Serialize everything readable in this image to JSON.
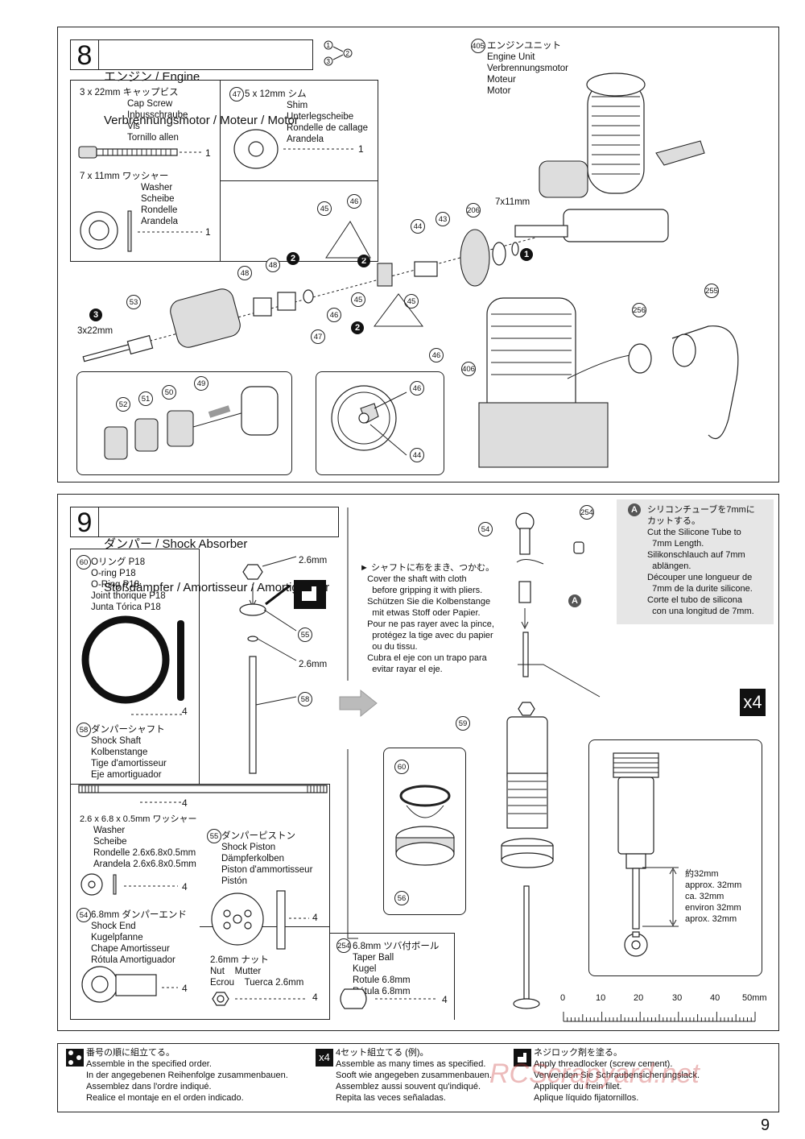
{
  "page_number": "9",
  "watermark": "RCScrapyard.net",
  "step8": {
    "number": "8",
    "title_line1": "エンジン / Engine",
    "title_line2": "Verbrennungsmotor / Moteur / Motor",
    "parts": {
      "cap_screw": {
        "size": "3 x 22mm キャップビス",
        "names": "Cap Screw\nInbusschraube\nVis\nTornillo allen",
        "qty": "1"
      },
      "shim": {
        "id": "47",
        "size": "5 x 12mm シム",
        "names": "Shim\nUnterlegscheibe\nRondelle de callage\nArandela",
        "qty": "1"
      },
      "washer": {
        "size": "7 x 11mm ワッシャー",
        "names": "Washer\nScheibe\nRondelle\nArandela",
        "qty": "1"
      }
    },
    "engine_unit": {
      "id": "405",
      "names": "エンジンユニット\nEngine Unit\nVerbrennungsmotor\nMoteur\nMotor"
    },
    "labels": {
      "washer_7x11": "7x11mm",
      "screw_3x22": "3x22mm",
      "c45a": "45",
      "c46a": "46",
      "c44a": "44",
      "c43": "43",
      "c206": "206",
      "c48a": "48",
      "c48b": "48",
      "c46b": "46",
      "c47": "47",
      "c45b": "45",
      "c45c": "45",
      "c53": "53",
      "c46c": "46",
      "c256": "256",
      "c255": "255",
      "c406": "406",
      "c49": "49",
      "c52": "52",
      "c51": "51",
      "c50": "50",
      "c46d": "46",
      "c44b": "44",
      "b1": "1",
      "b2a": "2",
      "b2b": "2",
      "b2c": "2",
      "b3": "3"
    }
  },
  "step9": {
    "number": "9",
    "title_line1": "ダンパー / Shock Absorber",
    "title_line2": "Stoßdämpfer / Amortisseur / Amortiguador",
    "parts": {
      "oring": {
        "id": "60",
        "names": "Oリング P18\nO-ring P18\nO-Ring P18\nJoint thorique P18\nJunta Tórica P18",
        "qty": "4"
      },
      "shaft": {
        "id": "58",
        "names": "ダンパーシャフト\nShock Shaft\nKolbenstange\nTige d'amortisseur\nEje amortiguador",
        "qty": "4"
      },
      "washer": {
        "size": "2.6 x 6.8 x 0.5mm ワッシャー",
        "names": "Washer\nScheibe\nRondelle 2.6x6.8x0.5mm\nArandela 2.6x6.8x0.5mm",
        "qty": "4"
      },
      "piston": {
        "id": "55",
        "names": "ダンパーピストン\nShock Piston\nDämpferkolben\nPiston d'ammortisseur\nPistón",
        "qty": "4"
      },
      "shock_end": {
        "id": "54",
        "names": "6.8mm ダンパーエンド\nShock End\nKugelpfanne\nChape Amortisseur\nRótula Amortiguador",
        "qty": "4"
      },
      "nut": {
        "names": "2.6mm ナット\nNut    Mutter\nEcrou    Tuerca 2.6mm",
        "qty": "4"
      },
      "taper_ball": {
        "id": "254",
        "names": "6.8mm ツバ付ボール\nTaper Ball\nKugel\nRotule 6.8mm\nRótula 6.8mm",
        "qty": "4"
      }
    },
    "assembly": {
      "nut_size": "2.6mm",
      "washer_size": "2.6mm",
      "c55": "55",
      "c58": "58",
      "c54": "54",
      "c254": "254",
      "c59": "59",
      "c60": "60",
      "c56": "56",
      "a_badge": "A"
    },
    "shaft_note": "► シャフトに布をまき、つかむ。\n   Cover the shaft with cloth\n     before gripping it with pliers.\n   Schützen Sie die Kolbenstange\n     mit etwas Stoff oder Papier.\n   Pour ne pas rayer avec la pince,\n     protégez la tige avec du papier\n     ou du tissu.\n   Cubra el eje con un trapo para\n     evitar rayar el eje.",
    "silicone_note": {
      "badge": "A",
      "text": "シリコンチューブを7mmに\nカットする。\nCut the Silicone Tube to\n  7mm Length.\nSilikonschlauch auf 7mm\n  ablängen.\nDécouper une longueur de\n  7mm de la durite silicone.\nCorte el tubo de silicona\n  con una longitud de 7mm."
    },
    "x4": "x4",
    "length_note": "約32mm\napprox. 32mm\nca. 32mm\nenviron 32mm\naprox. 32mm",
    "ruler": [
      "0",
      "10",
      "20",
      "30",
      "40",
      "50mm"
    ]
  },
  "legend": {
    "order": {
      "icon": "①②③",
      "text": "番号の順に組立てる。\nAssemble in the specified order.\nIn der angegebenen Reihenfolge zusammenbauen.\nAssemblez dans l'ordre indiqué.\nRealice el montaje en el orden indicado."
    },
    "x4": {
      "icon": "x4",
      "text": "4セット組立てる (例)。\nAssemble as many times as specified.\nSooft wie angegeben zusammenbauen.\nAssemblez aussi souvent qu'indiqué.\nRepita las veces señaladas."
    },
    "locktite": {
      "icon": "threadlocker-icon",
      "text": "ネジロック剤を塗る。\nApply threadlocker (screw cement).\nVerwenden Sie Schraubensicherungslack.\nAppliquer du frein filet.\nAplique líquido fijatornillos."
    }
  }
}
